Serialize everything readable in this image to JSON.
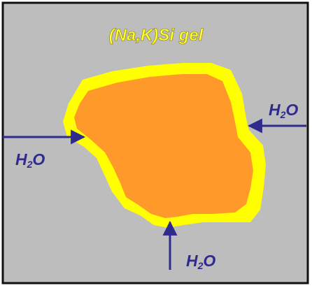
{
  "diagram": {
    "title": "(Na,K)Si gel",
    "water_label_base": "H",
    "water_label_sub": "2",
    "water_label_tail": "O",
    "colors": {
      "background": "#bdbdbd",
      "border": "#111111",
      "gel_rim": "#ffff00",
      "grain": "#ff9a2a",
      "title_text": "#ffff33",
      "arrow": "#2e2a8e",
      "water_text": "#2e2a8e"
    }
  }
}
